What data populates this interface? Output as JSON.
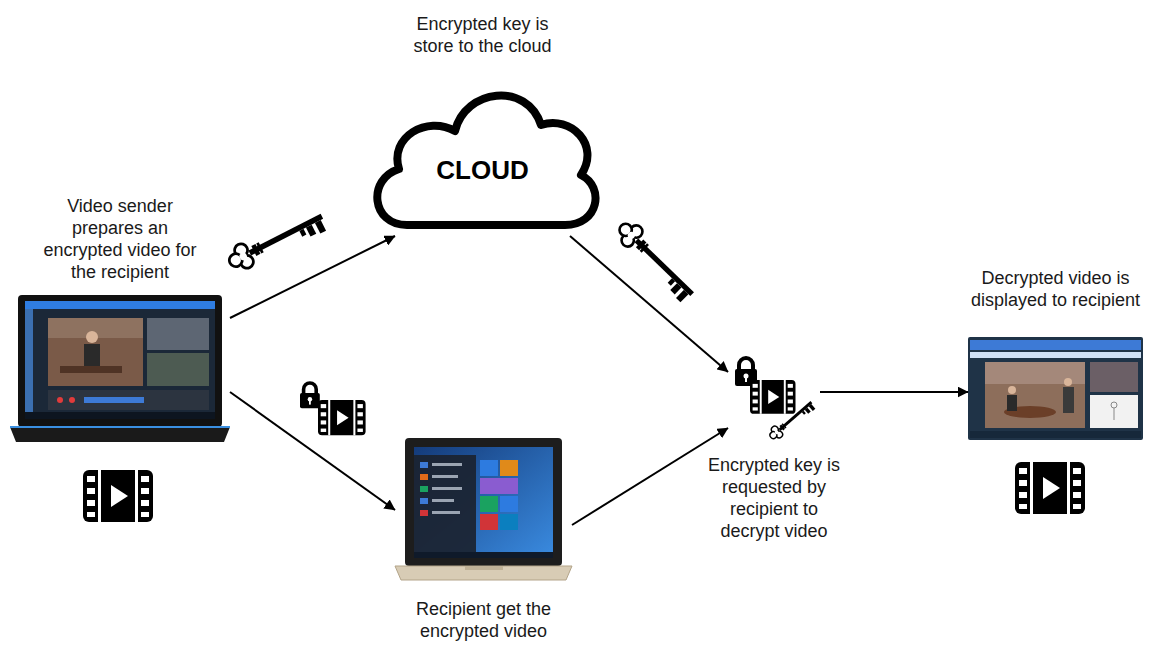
{
  "diagram": {
    "nodes": [
      {
        "text": [
          "Video sender prepares an encrypted video for the recipient"
        ]
      },
      {
        "text": [
          "Encrypted key is store to the cloud",
          "CLOUD"
        ]
      },
      {
        "text": [
          "Recipient get the encrypted video"
        ]
      },
      {
        "text": [
          "Encrypted key is requested by recipient to decrypt video"
        ]
      },
      {
        "text": [
          "Decrypted video is displayed to recipient"
        ]
      }
    ],
    "edges": [
      {
        "from": 0,
        "to": 1,
        "arrow": "to"
      },
      {
        "from": 0,
        "to": 2,
        "arrow": "to"
      },
      {
        "from": 1,
        "to": 3,
        "arrow": "to"
      },
      {
        "from": 2,
        "to": 3,
        "arrow": "to"
      },
      {
        "from": 3,
        "to": 4,
        "arrow": "to"
      }
    ]
  }
}
